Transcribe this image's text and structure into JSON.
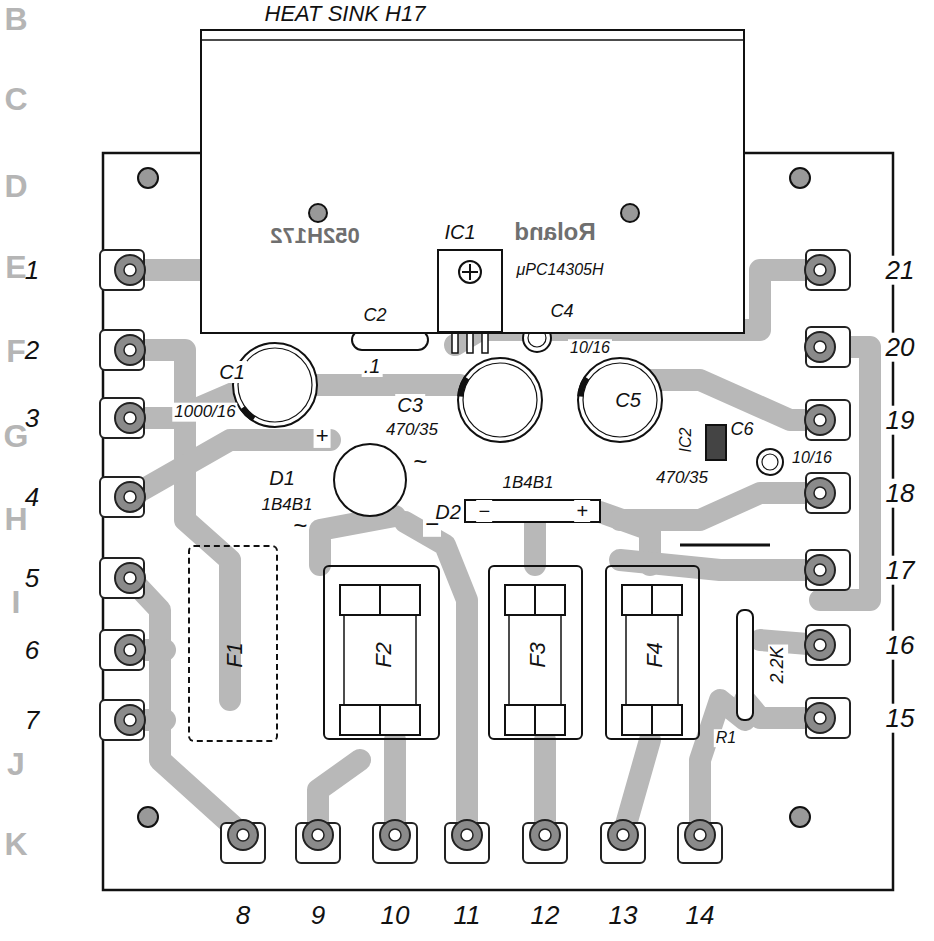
{
  "diagram": {
    "nodes": [
      {
        "text": [
          "HEAT SINK H17",
          "052H172",
          "Roland"
        ]
      },
      {
        "text": [
          "F1"
        ]
      },
      {
        "text": [
          "F2"
        ]
      },
      {
        "text": [
          "F3"
        ]
      },
      {
        "text": [
          "F4"
        ]
      }
    ],
    "labels": [
      "1",
      "2",
      "3",
      "4",
      "5",
      "6",
      "7",
      "8",
      "9",
      "10",
      "11",
      "12",
      "13",
      "14",
      "15",
      "16",
      "17",
      "18",
      "19",
      "20",
      "21",
      "B",
      "C",
      "D",
      "E",
      "F",
      "G",
      "H",
      "I",
      "J",
      "K",
      "IC1",
      "μPC14305H",
      "C1",
      "1000/16",
      "C2",
      ".1",
      "C3",
      "470/35",
      "C4",
      "10/16",
      "C5",
      "470/35",
      "IC2",
      "C6",
      "10/16",
      "D1",
      "1B4B1",
      "+",
      "~",
      "~",
      "−",
      "D2",
      "1B4B1",
      "−",
      "+",
      "R1",
      "2.2K"
    ]
  }
}
